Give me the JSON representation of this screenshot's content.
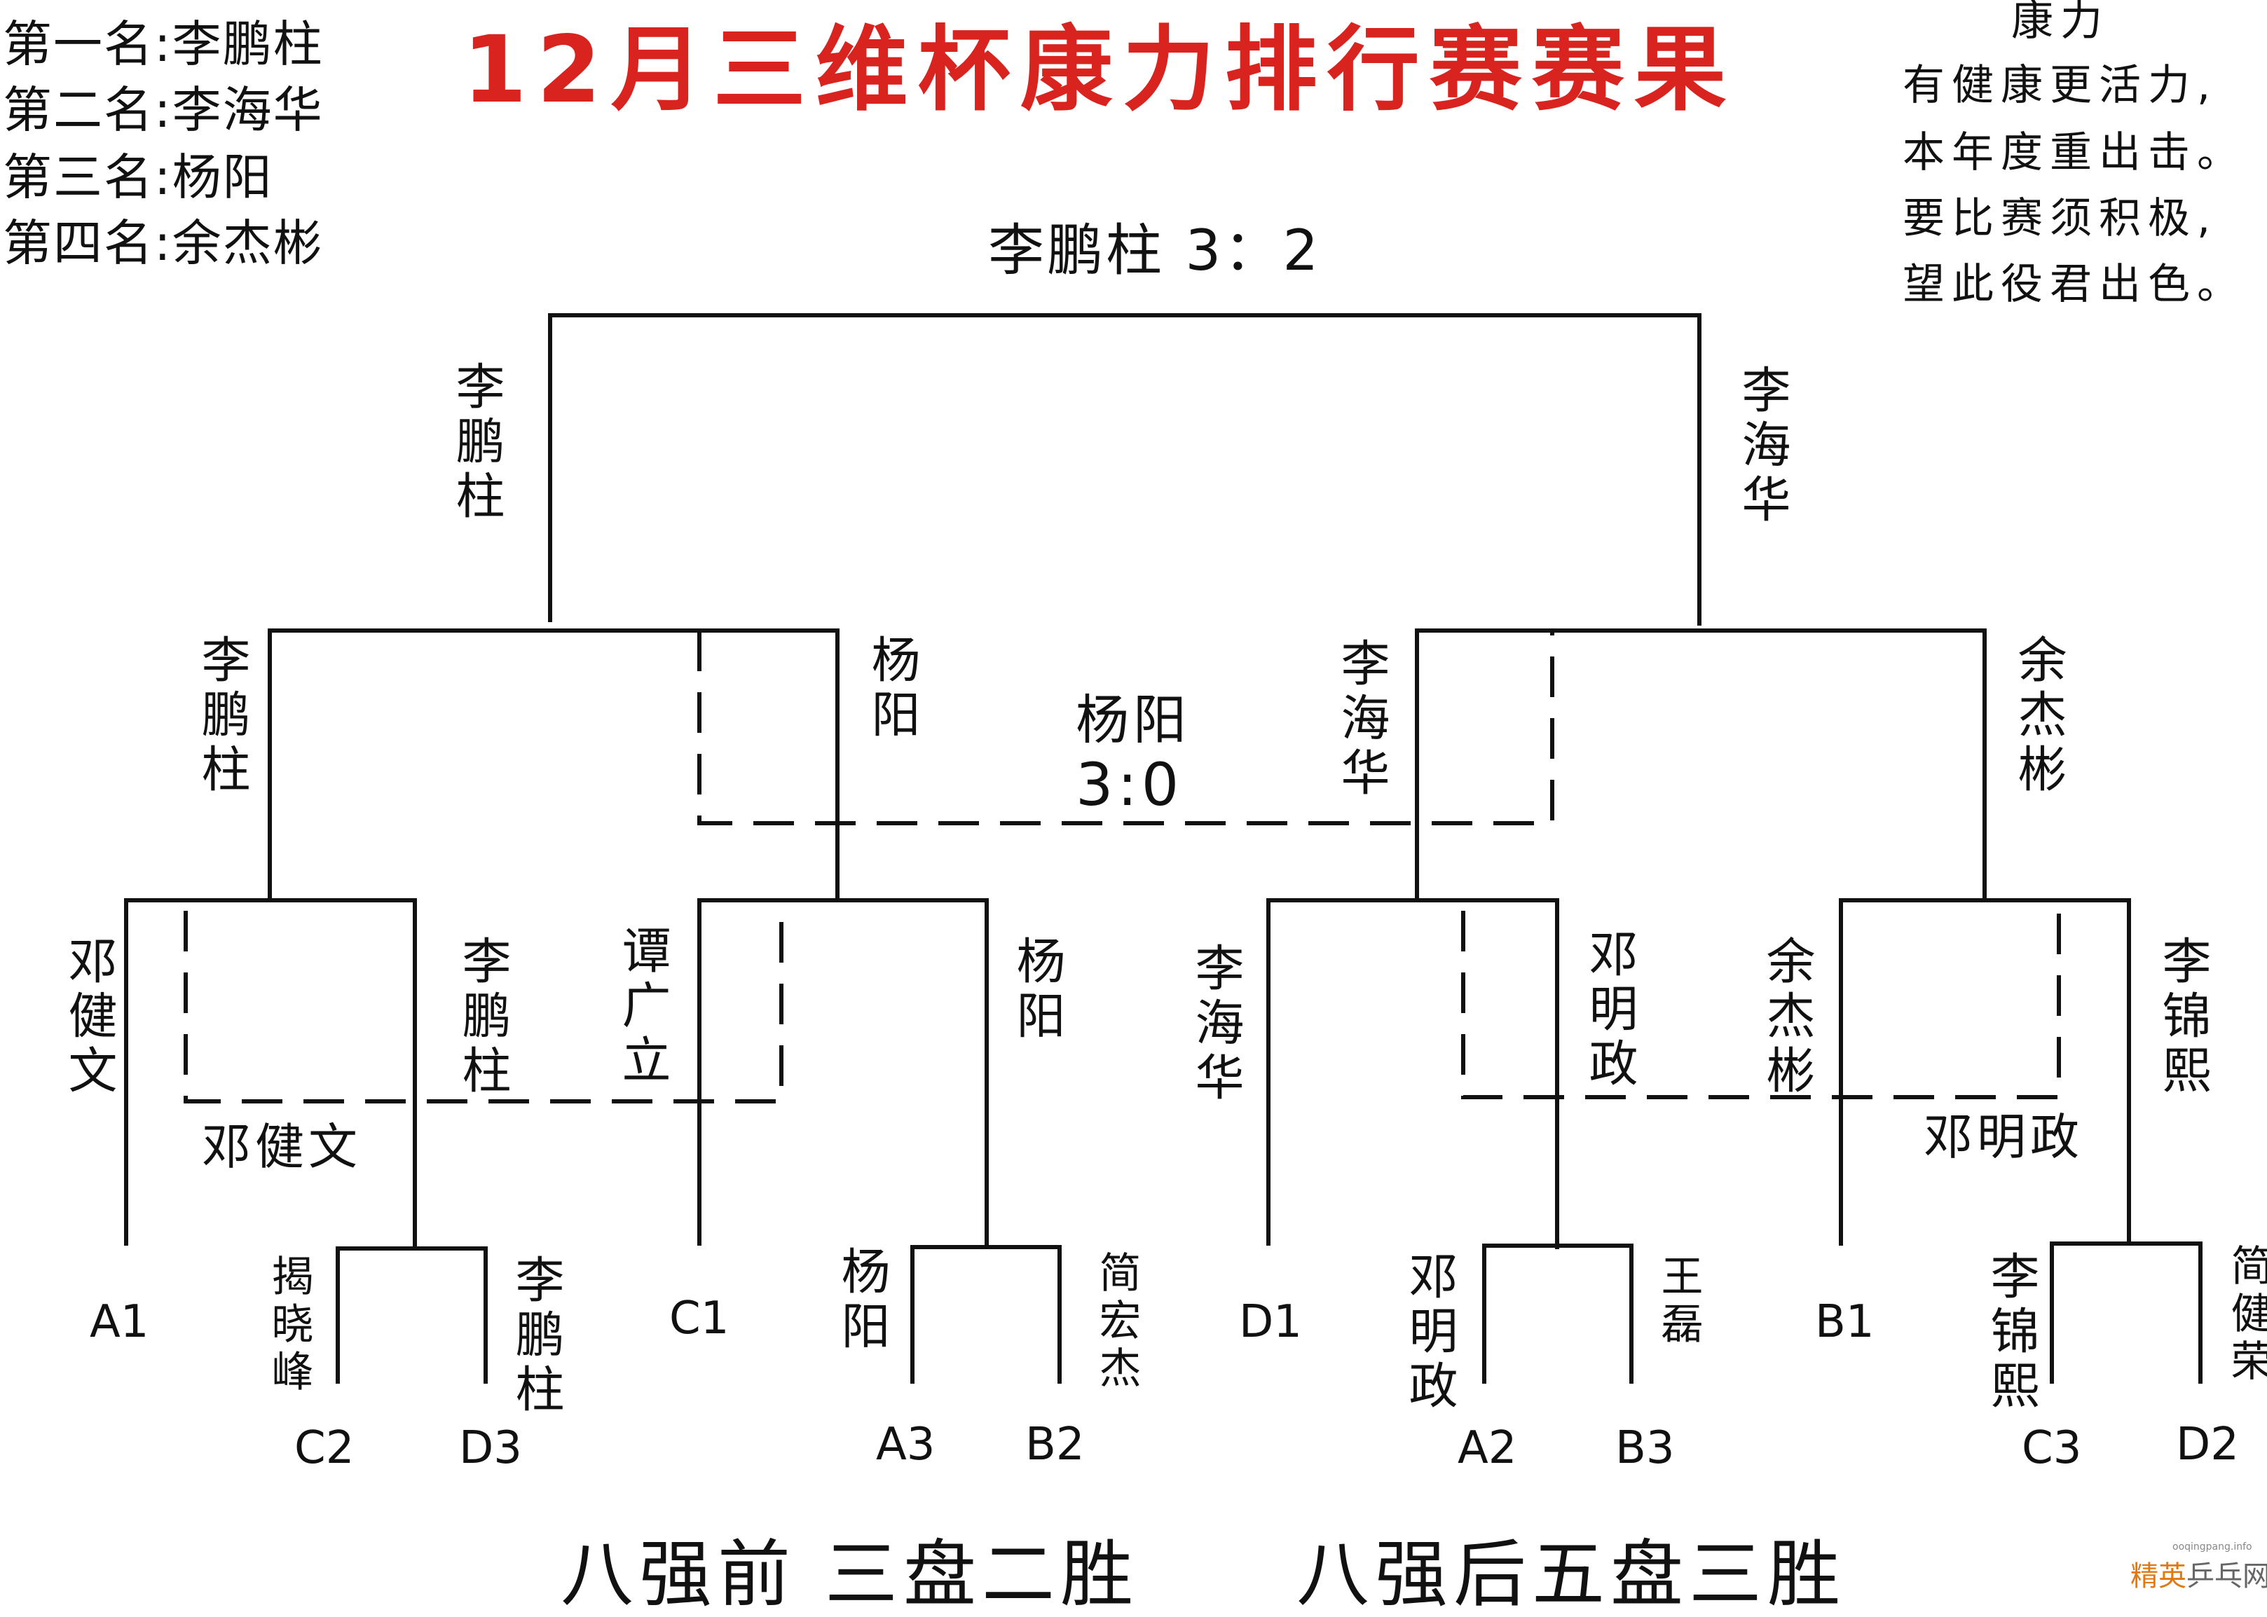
{
  "title": "12月三维杯康力排行赛赛果",
  "ranking": [
    "第一名:李鹏柱",
    "第二名:李海华",
    "第三名:杨阳",
    "第四名:余杰彬"
  ],
  "poem": {
    "heading": "康力",
    "lines": [
      "有健康更活力,",
      "本年度重出击。",
      "要比赛须积极,",
      "望此役君出色。"
    ]
  },
  "final": {
    "text": "李鹏柱 3：2"
  },
  "third_place": {
    "winner": "杨阳",
    "score": "3:0"
  },
  "semifinals": {
    "left_winner": "李鹏柱",
    "right_winner": "李海华"
  },
  "quarterfinals": {
    "q1": "李鹏柱",
    "q2": "杨阳",
    "q3": "李海华",
    "q4": "余杰彬"
  },
  "round16": {
    "r1": "邓健文",
    "r2": "李鹏柱",
    "r3": "谭广立",
    "r4": "杨阳",
    "r5": "李海华",
    "r6": "邓明政",
    "r7": "余杰彬",
    "r8": "李锦熙"
  },
  "placement_winners": {
    "left": "邓健文",
    "right": "邓明政"
  },
  "prelims": {
    "p1a": "揭晓峰",
    "p1b": "李鹏柱",
    "p2a": "杨阳",
    "p2b": "简宏杰",
    "p3a": "邓明政",
    "p3b": "王磊",
    "p4a": "李锦熙",
    "p4b": "简健荣"
  },
  "seeds": {
    "A1": "A1",
    "C2": "C2",
    "D3": "D3",
    "C1": "C1",
    "A3": "A3",
    "B2": "B2",
    "D1": "D1",
    "A2": "A2",
    "B3": "B3",
    "B1": "B1",
    "C3": "C3",
    "D2": "D2"
  },
  "footer": {
    "left": "八强前 三盘二胜",
    "right": "八强后五盘三胜"
  },
  "watermark": {
    "brand_a": "精英",
    "brand_b": "乒乓网",
    "url": "ooqingpang.info"
  }
}
